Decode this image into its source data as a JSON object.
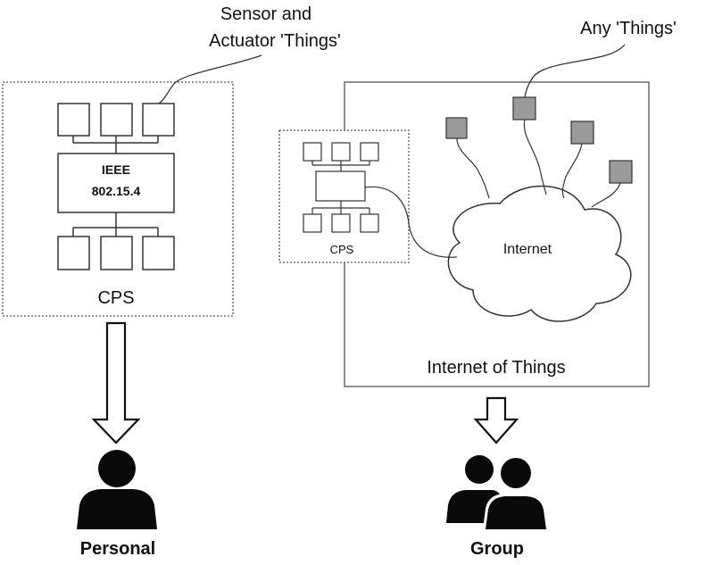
{
  "labels": {
    "sensor_line1": "Sensor and",
    "sensor_line2": "Actuator 'Things'",
    "any_things": "Any 'Things'",
    "ieee_line1": "IEEE",
    "ieee_line2": "802.15.4",
    "cps_large": "CPS",
    "cps_small": "CPS",
    "internet": "Internet",
    "iot": "Internet of Things",
    "personal": "Personal",
    "group": "Group"
  },
  "colors": {
    "line": "#333333",
    "thing_fill": "#9a9a9a",
    "person_fill": "#0a0a0a"
  }
}
